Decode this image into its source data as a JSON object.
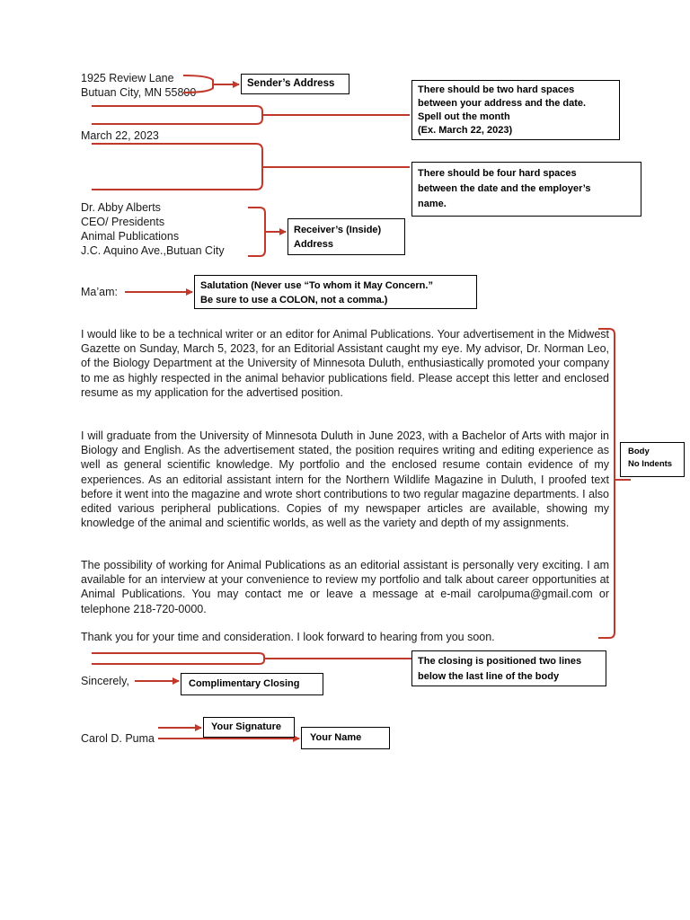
{
  "letter": {
    "sender_address": [
      "1925 Review Lane",
      "Butuan City, MN 55800"
    ],
    "date": "March 22, 2023",
    "receiver_address": [
      "Dr. Abby Alberts",
      "CEO/ Presidents",
      "Animal Publications",
      "J.C. Aquino Ave.,Butuan City"
    ],
    "salutation": "Ma’am:",
    "body": [
      "I would like to be a technical writer or an editor for Animal Publications. Your advertisement in the Midwest Gazette on Sunday, March 5, 2023, for an Editorial Assistant caught my eye. My advisor, Dr. Norman Leo, of the Biology Department at the University of Minnesota Duluth, enthusiastically promoted your company to me as highly respected in the animal behavior publications field. Please accept this letter and enclosed resume as my application for the advertised position.",
      "I will graduate from the University of Minnesota Duluth in June 2023, with a Bachelor of Arts with major in Biology and English. As the advertisement stated, the position requires writing and editing experience as well as general scientific knowledge. My portfolio and the enclosed resume contain evidence of my experiences. As an editorial assistant intern for the Northern Wildlife Magazine in Duluth, I proofed text before it went into the magazine and wrote short contributions to two regular magazine departments. I also edited various peripheral publications. Copies of my newspaper articles are available, showing my knowledge of the animal and scientific worlds, as well as the variety and depth of my assignments.",
      "The possibility of working for Animal Publications as an editorial assistant is personally very exciting. I am available for an interview at your convenience to review my portfolio and talk about career opportunities at Animal Publications. You may contact me or leave a message at e-mail carolpuma@gmail.com or telephone 218-720-0000.",
      "Thank you for your time and consideration. I look forward to hearing from you soon."
    ],
    "closing": "Sincerely,",
    "name": "Carol D. Puma"
  },
  "annotations": {
    "senders_address": "Sender’s Address",
    "two_spaces": [
      "There should be two hard spaces",
      "between your address and the date.",
      "Spell out the month",
      "(Ex. March 22, 2023)"
    ],
    "four_spaces": [
      "There should be four hard spaces",
      "between the date and the employer’s",
      "name."
    ],
    "receivers_address": [
      "Receiver’s (Inside)",
      "Address"
    ],
    "salutation": [
      "Salutation (Never use “To whom it May Concern.”",
      "Be sure to use a COLON, not a comma.)"
    ],
    "body": [
      "Body",
      "No Indents"
    ],
    "closing_position": [
      "The closing is positioned two lines",
      "below the last line of the body"
    ],
    "complimentary_closing": "Complimentary Closing",
    "your_signature": "Your Signature",
    "your_name": "Your Name"
  },
  "colors": {
    "annotation_line": "#c0392b",
    "text": "#1a1a1a"
  }
}
